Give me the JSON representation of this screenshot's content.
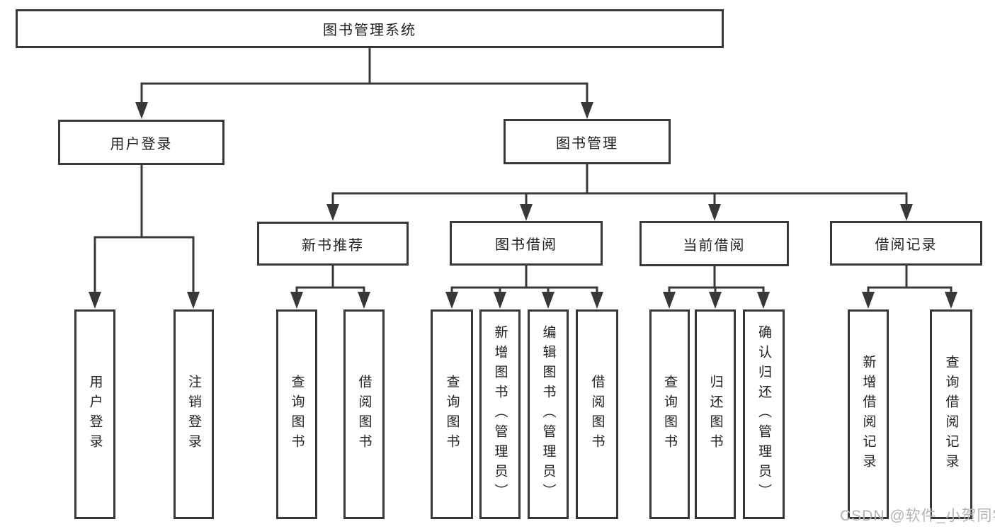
{
  "tree": {
    "root": "图书管理系统",
    "branches": [
      {
        "label": "用户登录",
        "children": [
          "用户登录",
          "注销登录"
        ]
      },
      {
        "label": "图书管理",
        "groups": [
          {
            "label": "新书推荐",
            "children": [
              "查询图书",
              "借阅图书"
            ]
          },
          {
            "label": "图书借阅",
            "children": [
              "查询图书",
              "新增图书（管理员）",
              "编辑图书（管理员）",
              "借阅图书"
            ]
          },
          {
            "label": "当前借阅",
            "children": [
              "查询图书",
              "归还图书",
              "确认归还（管理员）"
            ]
          },
          {
            "label": "借阅记录",
            "children": [
              "新增借阅记录",
              "查询借阅记录"
            ]
          }
        ]
      }
    ]
  },
  "watermark": {
    "text": "CSDN @软件_小贺同学"
  },
  "colors": {
    "line": "#383838",
    "ink": "#222222",
    "watermark": "#b3b3b3",
    "bg": "#ffffff"
  }
}
